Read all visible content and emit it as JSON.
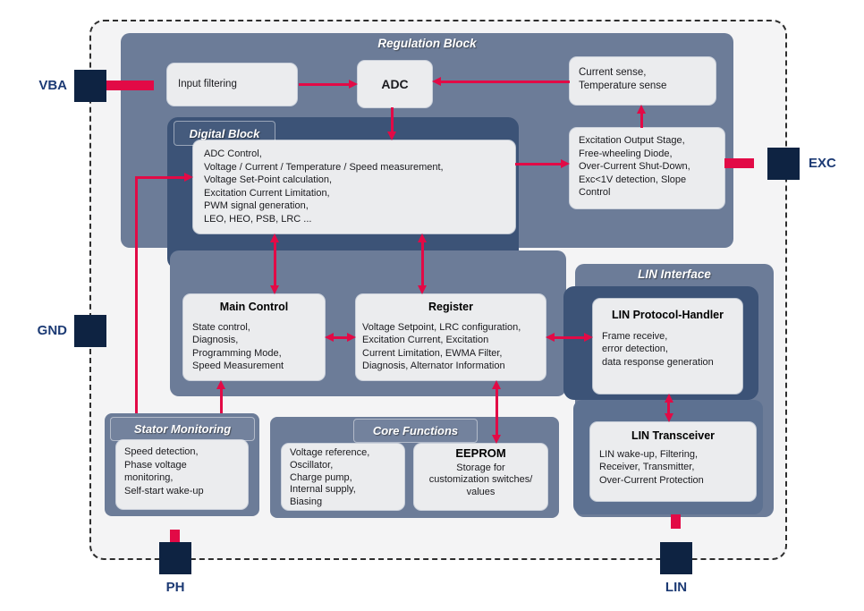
{
  "colors": {
    "accent_red": "#e20a46",
    "container_slate": "#6c7c98",
    "container_dark_navy": "#3c5377",
    "container_mid_navy": "#5d7191",
    "pin_square_navy": "#0e2342",
    "pin_label_navy": "#1c3a74"
  },
  "pins": {
    "vba": {
      "label": "VBA"
    },
    "gnd": {
      "label": "GND"
    },
    "exc": {
      "label": "EXC"
    },
    "ph": {
      "label": "PH"
    },
    "lin": {
      "label": "LIN"
    }
  },
  "regulation_block": {
    "title": "Regulation Block",
    "input_filtering": {
      "label": "Input filtering"
    },
    "adc": {
      "label": "ADC"
    },
    "sense": {
      "lines": [
        "Current sense,",
        "Temperature sense"
      ]
    },
    "excitation": {
      "lines": [
        "Excitation Output Stage,",
        "Free-wheeling Diode,",
        "Over-Current Shut-Down,",
        "Exc<1V detection, Slope",
        "Control"
      ]
    }
  },
  "digital_block": {
    "title": "Digital Block",
    "functions": {
      "lines": [
        "ADC Control,",
        "Voltage / Current / Temperature / Speed measurement,",
        "Voltage Set-Point calculation,",
        "Excitation Current Limitation,",
        "PWM signal generation,",
        "LEO, HEO, PSB, LRC ..."
      ]
    },
    "main_control": {
      "title": "Main Control",
      "lines": [
        "State control,",
        "Diagnosis,",
        "Programming Mode,",
        "Speed Measurement"
      ]
    },
    "register": {
      "title": "Register",
      "lines": [
        "Voltage Setpoint, LRC configuration,",
        "Excitation Current, Excitation",
        "Current Limitation, EWMA Filter,",
        "Diagnosis, Alternator Information"
      ]
    }
  },
  "stator_monitoring": {
    "title": "Stator Monitoring",
    "functions": {
      "lines": [
        "Speed detection,",
        "Phase voltage",
        "monitoring,",
        "Self-start wake-up"
      ]
    }
  },
  "core_functions": {
    "title": "Core Functions",
    "analog": {
      "lines": [
        "Voltage reference,",
        "Oscillator,",
        "Charge pump,",
        "Internal supply,",
        "Biasing"
      ]
    },
    "eeprom": {
      "title": "EEPROM",
      "lines": [
        "Storage for",
        "customization switches/",
        "values"
      ]
    }
  },
  "lin_interface": {
    "title": "LIN Interface",
    "protocol_handler": {
      "title": "LIN Protocol-Handler",
      "lines": [
        "Frame receive,",
        "error detection,",
        "data response generation"
      ]
    },
    "transceiver": {
      "title": "LIN Transceiver",
      "lines": [
        "LIN wake-up, Filtering,",
        "Receiver, Transmitter,",
        "Over-Current Protection"
      ]
    }
  }
}
